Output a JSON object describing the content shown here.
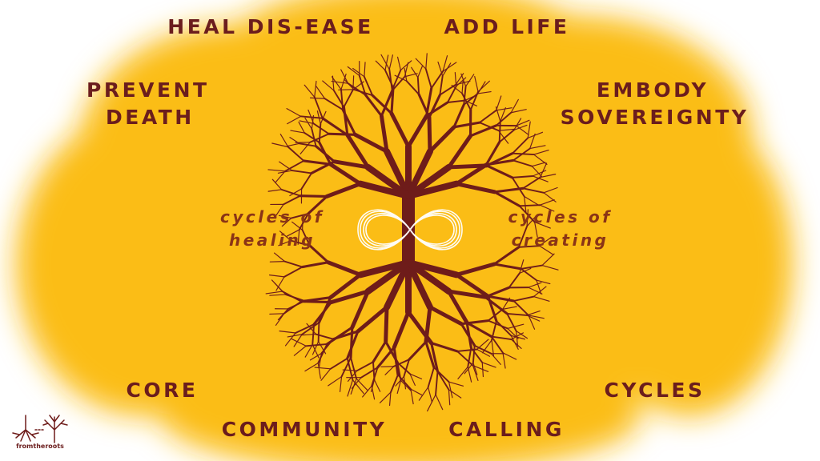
{
  "colors": {
    "background_yellow": "#fbbd12",
    "maroon": "#6b1d1d",
    "italic_brown": "#8a3416"
  },
  "labels": {
    "heal": "HEAL DIS-EASE",
    "add_life": "ADD LIFE",
    "prevent_1": "PREVENT",
    "prevent_2": "DEATH",
    "embody_1": "EMBODY",
    "embody_2": "SOVEREIGNTY",
    "core": "CORE",
    "cycles": "CYCLES",
    "community": "COMMUNITY",
    "calling": "CALLING"
  },
  "center": {
    "healing_1": "cycles of",
    "healing_2": "healing",
    "creating_1": "cycles of",
    "creating_2": "creating",
    "symbol": "infinity-icon"
  },
  "logo": {
    "text": "fromtheroots"
  }
}
